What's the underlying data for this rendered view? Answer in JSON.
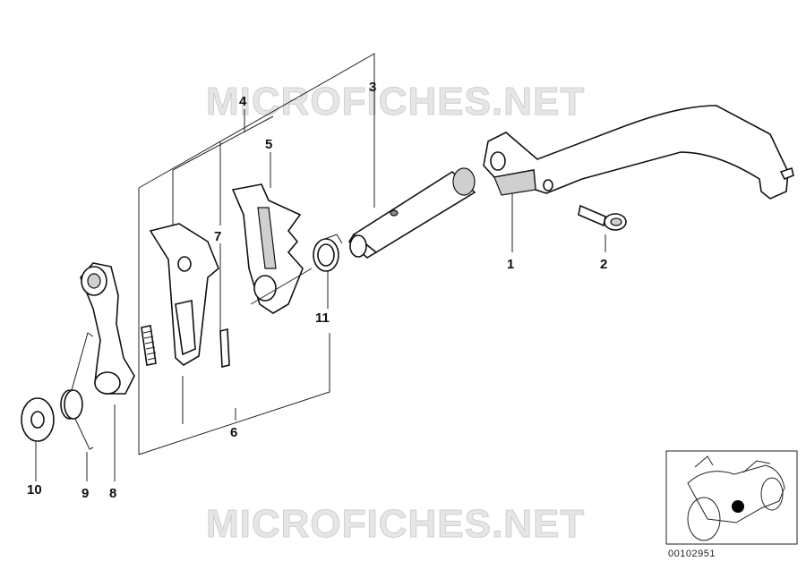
{
  "watermark": {
    "top": "MICROFICHES.NET",
    "bottom": "MICROFICHES.NET"
  },
  "callouts": [
    "1",
    "2",
    "3",
    "4",
    "5",
    "6",
    "7",
    "8",
    "9",
    "10",
    "11"
  ],
  "diagram_ref": "00102951",
  "colors": {
    "line": "#111111",
    "watermark": "#e6e6e6",
    "highlight_dot": "#000000"
  }
}
